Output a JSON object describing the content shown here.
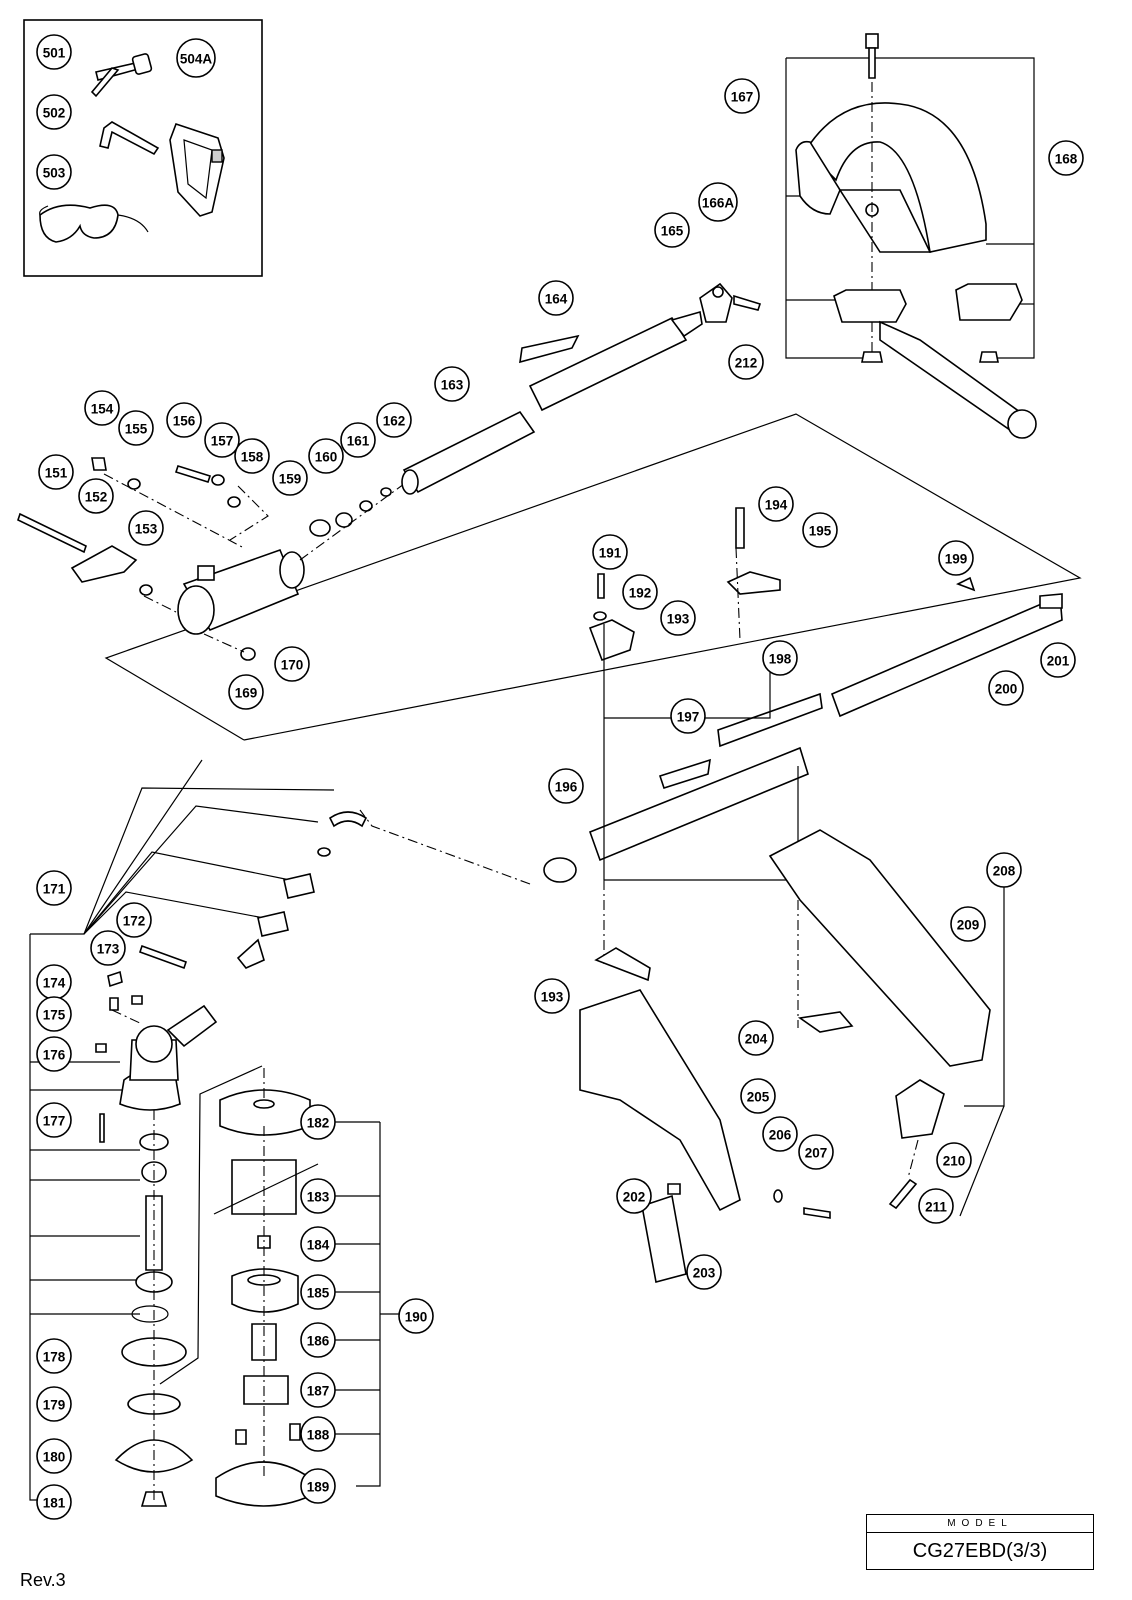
{
  "callouts": [
    {
      "id": "c501",
      "label": "501"
    },
    {
      "id": "c502",
      "label": "502"
    },
    {
      "id": "c503",
      "label": "503"
    },
    {
      "id": "c504A",
      "label": "504A"
    },
    {
      "id": "c151",
      "label": "151"
    },
    {
      "id": "c152",
      "label": "152"
    },
    {
      "id": "c153",
      "label": "153"
    },
    {
      "id": "c154",
      "label": "154"
    },
    {
      "id": "c155",
      "label": "155"
    },
    {
      "id": "c156",
      "label": "156"
    },
    {
      "id": "c157",
      "label": "157"
    },
    {
      "id": "c158",
      "label": "158"
    },
    {
      "id": "c159",
      "label": "159"
    },
    {
      "id": "c160",
      "label": "160"
    },
    {
      "id": "c161",
      "label": "161"
    },
    {
      "id": "c162",
      "label": "162"
    },
    {
      "id": "c163",
      "label": "163"
    },
    {
      "id": "c164",
      "label": "164"
    },
    {
      "id": "c165",
      "label": "165"
    },
    {
      "id": "c166A",
      "label": "166A"
    },
    {
      "id": "c167",
      "label": "167"
    },
    {
      "id": "c168",
      "label": "168"
    },
    {
      "id": "c169",
      "label": "169"
    },
    {
      "id": "c170",
      "label": "170"
    },
    {
      "id": "c171",
      "label": "171"
    },
    {
      "id": "c172",
      "label": "172"
    },
    {
      "id": "c173",
      "label": "173"
    },
    {
      "id": "c174",
      "label": "174"
    },
    {
      "id": "c175",
      "label": "175"
    },
    {
      "id": "c176",
      "label": "176"
    },
    {
      "id": "c177",
      "label": "177"
    },
    {
      "id": "c178",
      "label": "178"
    },
    {
      "id": "c179",
      "label": "179"
    },
    {
      "id": "c180",
      "label": "180"
    },
    {
      "id": "c181",
      "label": "181"
    },
    {
      "id": "c182",
      "label": "182"
    },
    {
      "id": "c183",
      "label": "183"
    },
    {
      "id": "c184",
      "label": "184"
    },
    {
      "id": "c185",
      "label": "185"
    },
    {
      "id": "c186",
      "label": "186"
    },
    {
      "id": "c187",
      "label": "187"
    },
    {
      "id": "c188",
      "label": "188"
    },
    {
      "id": "c189",
      "label": "189"
    },
    {
      "id": "c190",
      "label": "190"
    },
    {
      "id": "c191",
      "label": "191"
    },
    {
      "id": "c192",
      "label": "192"
    },
    {
      "id": "c193a",
      "label": "193"
    },
    {
      "id": "c193b",
      "label": "193"
    },
    {
      "id": "c194",
      "label": "194"
    },
    {
      "id": "c195",
      "label": "195"
    },
    {
      "id": "c196",
      "label": "196"
    },
    {
      "id": "c197",
      "label": "197"
    },
    {
      "id": "c198",
      "label": "198"
    },
    {
      "id": "c199",
      "label": "199"
    },
    {
      "id": "c200",
      "label": "200"
    },
    {
      "id": "c201",
      "label": "201"
    },
    {
      "id": "c202",
      "label": "202"
    },
    {
      "id": "c203",
      "label": "203"
    },
    {
      "id": "c204",
      "label": "204"
    },
    {
      "id": "c205",
      "label": "205"
    },
    {
      "id": "c206",
      "label": "206"
    },
    {
      "id": "c207",
      "label": "207"
    },
    {
      "id": "c208",
      "label": "208"
    },
    {
      "id": "c209",
      "label": "209"
    },
    {
      "id": "c210",
      "label": "210"
    },
    {
      "id": "c211",
      "label": "211"
    },
    {
      "id": "c212",
      "label": "212"
    }
  ],
  "model": {
    "label": "MODEL",
    "name": "CG27EBD(3/3)"
  },
  "revision": "Rev.3"
}
